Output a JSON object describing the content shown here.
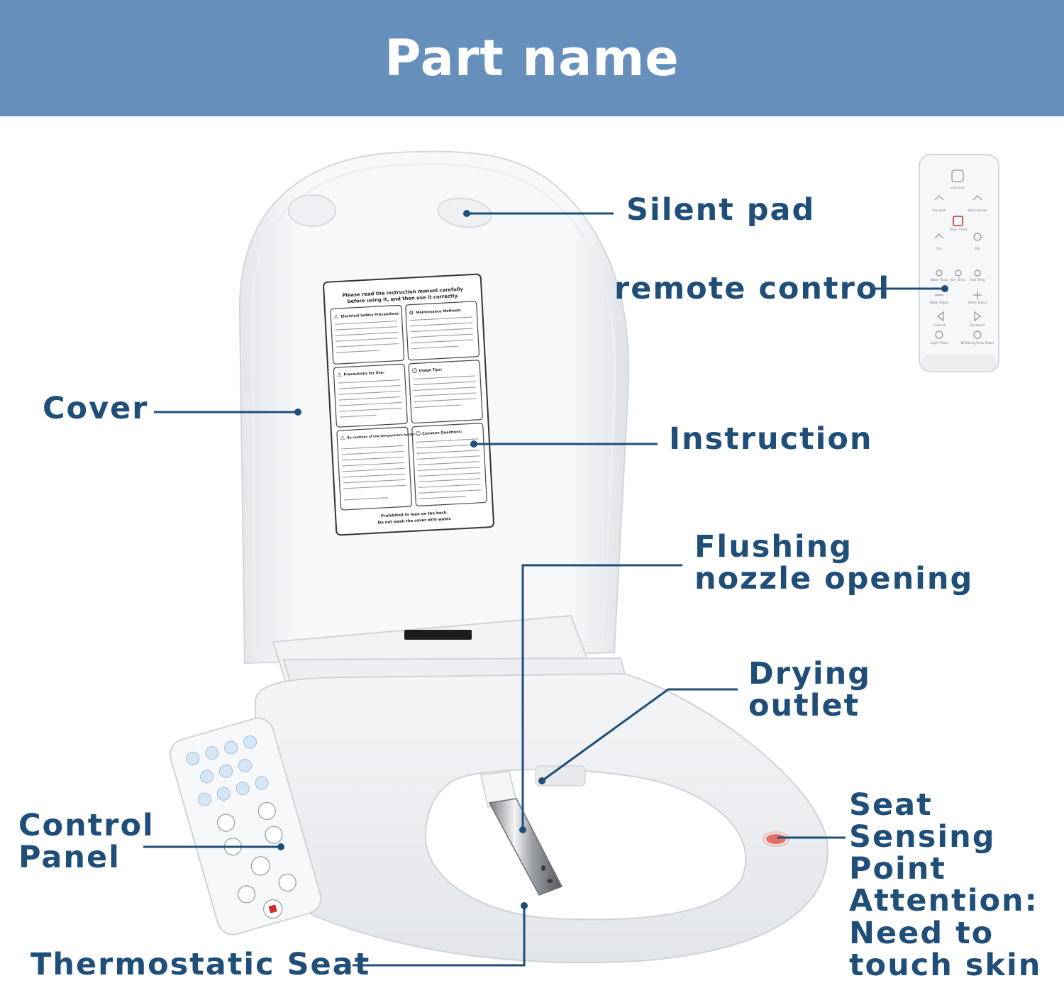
{
  "header": {
    "title": "Part name"
  },
  "colors": {
    "banner": "#6690bb",
    "label_text": "#1f4e79",
    "leader_line": "#1f4e79",
    "sensor_dot": "#e35a4e"
  },
  "labels": {
    "silent_pad": "Silent pad",
    "remote_control": "remote control",
    "cover": "Cover",
    "instruction": "Instruction",
    "flushing_nozzle": [
      "Flushing",
      "nozzle opening"
    ],
    "drying_outlet": [
      "Drying",
      "outlet"
    ],
    "control_panel": [
      "Control",
      "Panel"
    ],
    "seat_sensing": [
      "Seat",
      "Sensing",
      "Point",
      "Attention:",
      "Need to",
      "touch skin"
    ],
    "thermostatic_seat": "Thermostatic Seat"
  },
  "instruction_sheet": {
    "header": [
      "Please read the instruction manual carefully",
      "before using it, and then use it correctly."
    ],
    "sections": [
      "Electrical Safety Precautions:",
      "Maintenance Methods:",
      "Precautions for Use:",
      "Usage Tips:",
      "Be cautious of low-temperature burns:",
      "Common Questions:"
    ],
    "footer": [
      "Prohibited to lean on the back.",
      "Do not wash the cover with water."
    ]
  },
  "remote": {
    "buttons": [
      "automatic",
      "Hip wash",
      "Wash woman",
      "Stop / Flush",
      "Dry",
      "Kids",
      "Water Temp",
      "Dry Temp",
      "Seat Temp",
      "Water Adjust",
      "Water Adjust",
      "Forward",
      "Backward",
      "Light / Mute",
      "ECO/Long Press Power"
    ]
  },
  "icons": [
    "warning-icon",
    "gear-icon",
    "smiley-icon"
  ]
}
